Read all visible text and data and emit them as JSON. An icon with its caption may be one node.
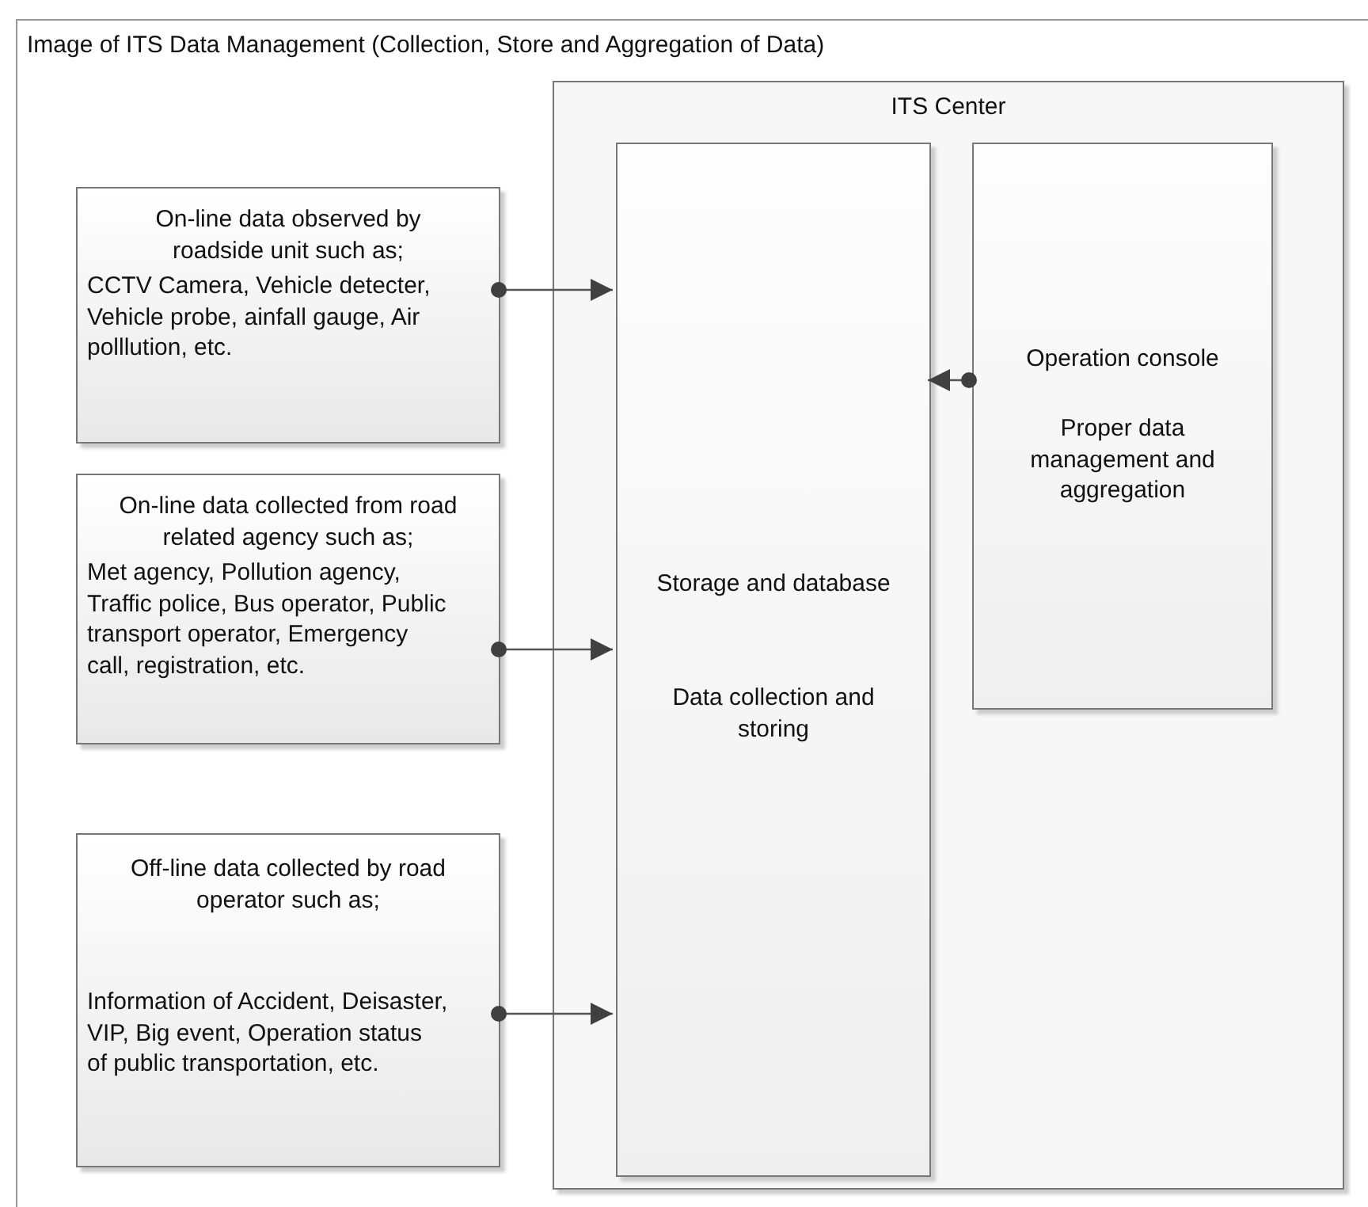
{
  "diagram": {
    "nodes": [
      {
        "text": [
          "Image of ITS Data Management (Collection, Store and Aggregation of Data)"
        ]
      },
      {
        "text": [
          "ITS Center"
        ],
        "in": 0
      },
      {
        "text": [
          "Storage and database",
          "Data collection and storing"
        ],
        "in": 1
      },
      {
        "text": [
          "Operation console",
          "Proper data management and aggregation"
        ],
        "in": 1
      },
      {
        "text": [
          "On-line data observed by roadside unit such as;",
          "CCTV Camera, Vehicle detecter, Vehicle probe, ainfall gauge, Air polllution, etc."
        ],
        "in": 0
      },
      {
        "text": [
          "On-line data collected from road related agency such as;",
          "Met agency, Pollution agency, Traffic police, Bus operator, Public transport operator, Emergency call, registration, etc."
        ],
        "in": 0
      },
      {
        "text": [
          "Off-line data collected by road operator such as;",
          "Information of Accident, Deisaster, VIP, Big event, Operation status of public transportation, etc."
        ],
        "in": 0
      }
    ],
    "edges": [
      {
        "from": 4,
        "to": 2,
        "arrow": "to"
      },
      {
        "from": 5,
        "to": 2,
        "arrow": "to"
      },
      {
        "from": 6,
        "to": 2,
        "arrow": "to"
      },
      {
        "from": 3,
        "to": 2,
        "arrow": "to"
      }
    ]
  }
}
